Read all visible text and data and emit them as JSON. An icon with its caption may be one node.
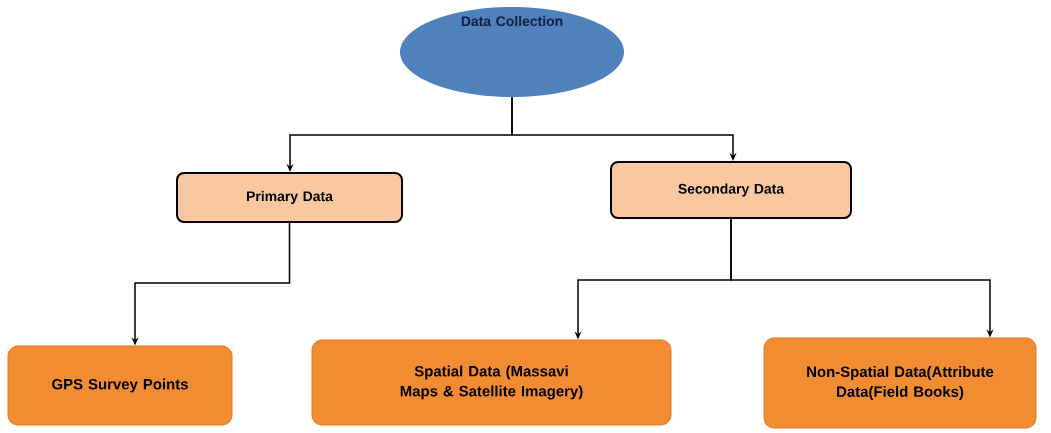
{
  "diagram": {
    "nodes": [
      {
        "text": [
          "Data Collection"
        ]
      },
      {
        "text": [
          "Primary Data"
        ]
      },
      {
        "text": [
          "Secondary Data"
        ]
      },
      {
        "text": [
          "GPS Survey Points"
        ]
      },
      {
        "text": [
          "Spatial Data (Massavi Maps & Satellite Imagery)"
        ]
      },
      {
        "text": [
          "Non-Spatial Data(Attribute Data(Field Books)"
        ]
      }
    ],
    "edges": [
      {
        "from": 0,
        "to": 1,
        "arrow": "to"
      },
      {
        "from": 0,
        "to": 2,
        "arrow": "to"
      },
      {
        "from": 1,
        "to": 3,
        "arrow": "to"
      },
      {
        "from": 2,
        "to": 4,
        "arrow": "to"
      },
      {
        "from": 2,
        "to": 5,
        "arrow": "to"
      }
    ]
  }
}
